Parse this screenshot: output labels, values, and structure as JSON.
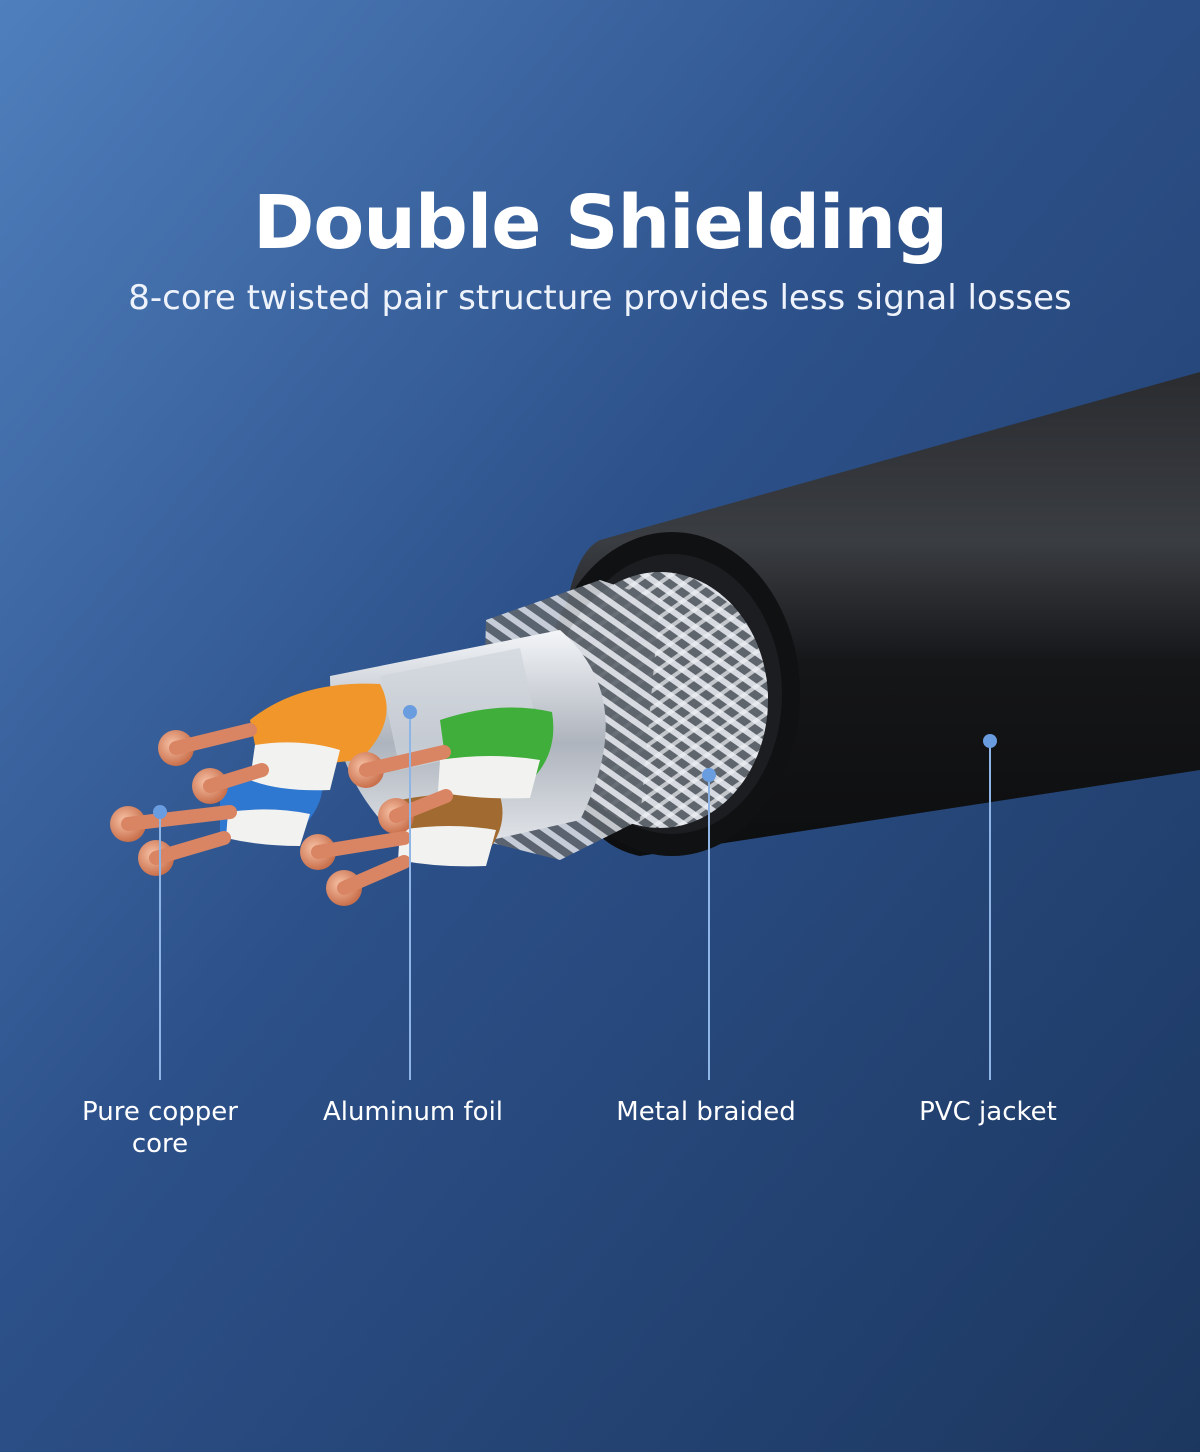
{
  "header": {
    "title": "Double Shielding",
    "subtitle": "8-core twisted pair structure provides less signal losses"
  },
  "callouts": [
    {
      "label": "Pure copper\ncore",
      "part": "copper-core"
    },
    {
      "label": "Aluminum foil",
      "part": "aluminum-foil"
    },
    {
      "label": "Metal braided",
      "part": "metal-braid"
    },
    {
      "label": "PVC jacket",
      "part": "pvc-jacket"
    }
  ],
  "colors": {
    "background_top": "#4a78b4",
    "background_bottom": "#1d3a68",
    "jacket": "#151618",
    "foil": "#e2e5ea",
    "braid": "#b9bec6",
    "copper": "#e0916d",
    "wire_orange": "#f0962a",
    "wire_green": "#3fae3a",
    "wire_blue": "#2f78d2",
    "wire_brown": "#a06a30",
    "marker": "#6a9de0",
    "leader_line": "#8fb4e6"
  }
}
